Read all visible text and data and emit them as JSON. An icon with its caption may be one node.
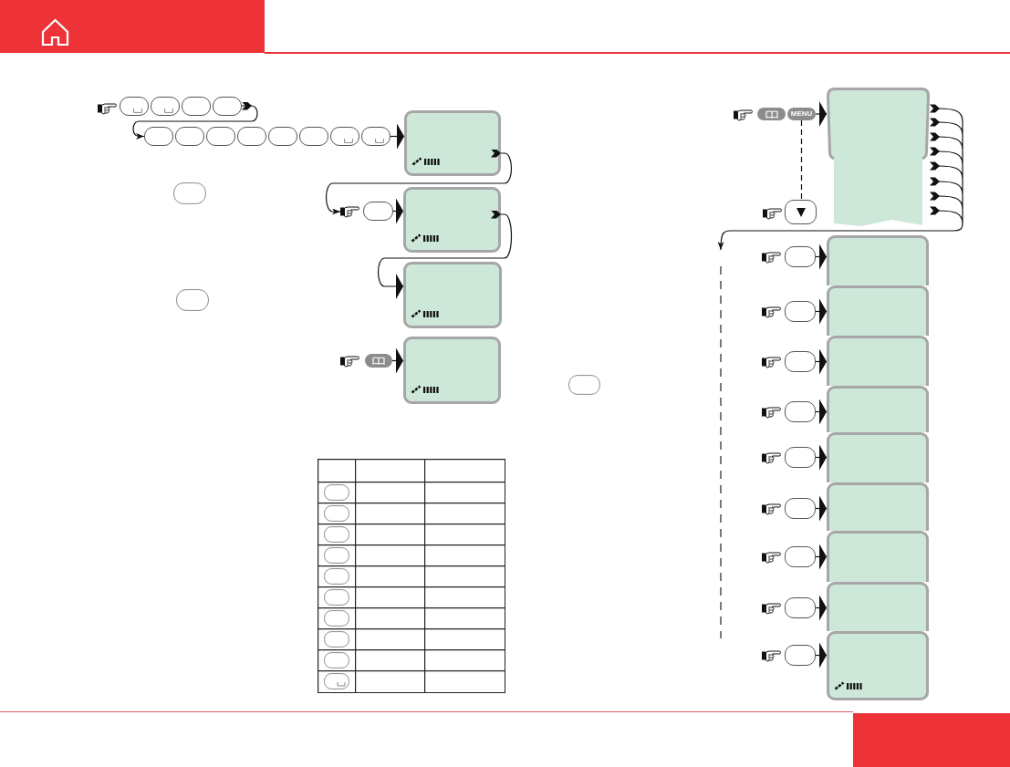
{
  "diagram": {
    "nodes": [
      {
        "text": [],
        "shape": "button"
      },
      {
        "text": [],
        "shape": "button"
      },
      {
        "text": [],
        "shape": "button"
      },
      {
        "text": [],
        "shape": "button"
      },
      {
        "text": [],
        "shape": "button"
      },
      {
        "text": [],
        "shape": "button"
      },
      {
        "text": [],
        "shape": "button"
      },
      {
        "text": [],
        "shape": "button"
      },
      {
        "text": [],
        "shape": "button"
      },
      {
        "text": [],
        "shape": "button"
      },
      {
        "text": [],
        "shape": "button"
      },
      {
        "text": [],
        "shape": "button"
      },
      {
        "text": [],
        "shape": "box"
      },
      {
        "text": [],
        "shape": "picture"
      },
      {
        "text": [],
        "shape": "button"
      },
      {
        "text": [],
        "shape": "box"
      },
      {
        "text": [],
        "shape": "box"
      },
      {
        "text": [],
        "shape": "button"
      },
      {
        "text": [],
        "shape": "box"
      },
      {
        "text": [],
        "shape": "button"
      },
      {
        "text": [
          "MENU"
        ]
      },
      {
        "text": [],
        "shape": "box"
      },
      {
        "text": [],
        "shape": "button"
      },
      {
        "text": [],
        "shape": "button"
      },
      {
        "text": [],
        "shape": "box"
      },
      {
        "text": [],
        "shape": "button"
      },
      {
        "text": [],
        "shape": "box"
      },
      {
        "text": [],
        "shape": "button"
      },
      {
        "text": [],
        "shape": "box"
      },
      {
        "text": [],
        "shape": "button"
      },
      {
        "text": [],
        "shape": "box"
      },
      {
        "text": [],
        "shape": "button"
      },
      {
        "text": [],
        "shape": "box"
      },
      {
        "text": [],
        "shape": "button"
      },
      {
        "text": [],
        "shape": "box"
      },
      {
        "text": [],
        "shape": "button"
      },
      {
        "text": [],
        "shape": "box"
      },
      {
        "text": [],
        "shape": "button"
      },
      {
        "text": [],
        "shape": "box"
      },
      {
        "text": [],
        "shape": "button"
      },
      {
        "text": [],
        "shape": "box"
      }
    ],
    "edges": [
      {
        "from": 3,
        "to": 4,
        "arrow": "to"
      },
      {
        "from": 11,
        "to": 12,
        "arrow": "to"
      },
      {
        "from": 12,
        "to": 13,
        "arrow": "to"
      },
      {
        "from": 14,
        "to": 15,
        "arrow": "to"
      },
      {
        "from": 15,
        "to": 16,
        "arrow": "to"
      },
      {
        "from": 17,
        "to": 18,
        "arrow": "to"
      },
      {
        "from": 20,
        "to": 21,
        "arrow": "to"
      },
      {
        "from": 20,
        "to": 22,
        "arrow": "none",
        "style": "dashed"
      },
      {
        "from": 21,
        "to": null,
        "arrow": "to"
      },
      {
        "from": 23,
        "to": 24,
        "arrow": "to"
      },
      {
        "from": 25,
        "to": 26,
        "arrow": "to"
      },
      {
        "from": 27,
        "to": 28,
        "arrow": "to"
      },
      {
        "from": 29,
        "to": 30,
        "arrow": "to"
      },
      {
        "from": 31,
        "to": 32,
        "arrow": "to"
      },
      {
        "from": 33,
        "to": 34,
        "arrow": "to"
      },
      {
        "from": 35,
        "to": 36,
        "arrow": "to"
      },
      {
        "from": 37,
        "to": 38,
        "arrow": "to"
      },
      {
        "from": 39,
        "to": 40,
        "arrow": "to"
      }
    ]
  }
}
